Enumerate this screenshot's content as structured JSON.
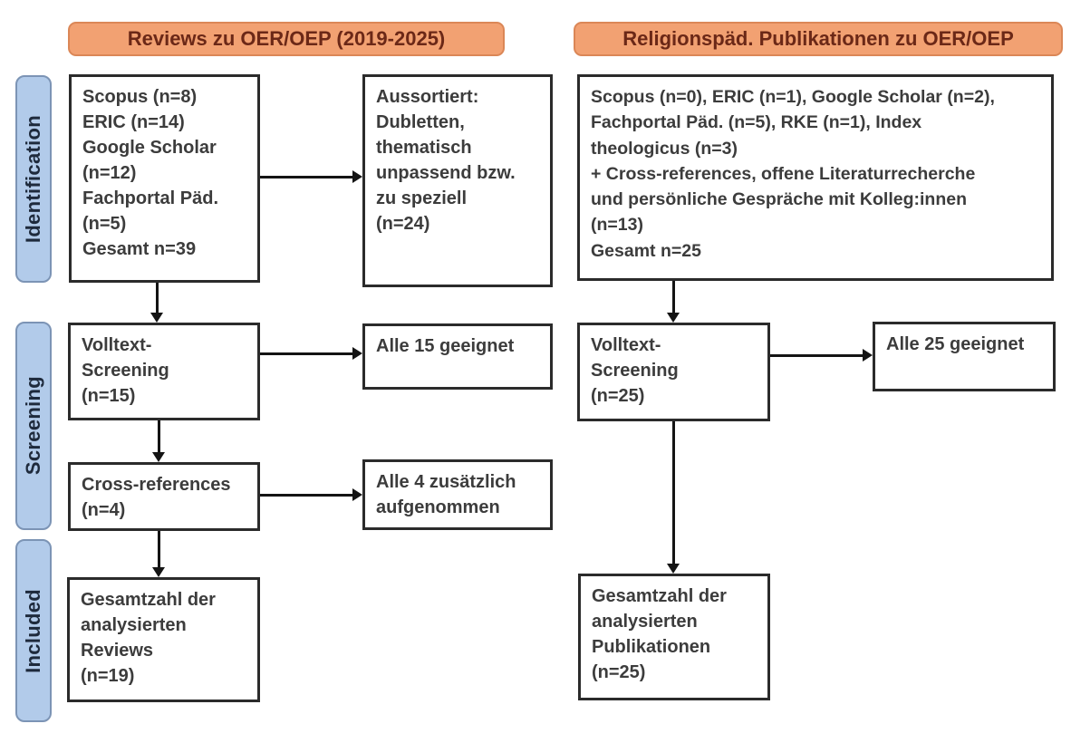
{
  "stages": {
    "identification": "Identification",
    "screening": "Screening",
    "included": "Included"
  },
  "columns": {
    "left": {
      "header": "Reviews zu OER/OEP (2019-2025)",
      "identification": "Scopus (n=8)\nERIC (n=14)\nGoogle Scholar\n(n=12)\nFachportal Päd.\n(n=5)\nGesamt n=39",
      "sorted_out": "Aussortiert:\nDubletten,\nthematisch\nunpassend bzw.\nzu speziell\n(n=24)",
      "fulltext_screening": "Volltext-\nScreening\n(n=15)",
      "fulltext_result": "Alle 15 geeignet",
      "cross_references": "Cross-references\n(n=4)",
      "cross_references_result": "Alle 4 zusätzlich\naufgenommen",
      "included_total": "Gesamtzahl der\nanalysierten\nReviews\n(n=19)"
    },
    "right": {
      "header": "Religionspäd. Publikationen zu OER/OEP",
      "identification": "Scopus (n=0), ERIC (n=1), Google Scholar (n=2),\nFachportal Päd. (n=5), RKE (n=1), Index\ntheologicus (n=3)\n+ Cross-references, offene Literaturrecherche\nund persönliche Gespräche mit Kolleg:innen\n(n=13)\nGesamt n=25",
      "fulltext_screening": "Volltext-\nScreening\n(n=25)",
      "fulltext_result": "Alle 25 geeignet",
      "included_total": "Gesamtzahl der\nanalysierten\nPublikationen\n(n=25)"
    }
  },
  "colors": {
    "header_fill": "#F2A172",
    "header_border": "#DB8757",
    "header_text": "#6B2817",
    "stage_fill": "#B2CBEA",
    "stage_border": "#7C94B5",
    "stage_text": "#1E2A3C",
    "box_border": "#2B2B2B",
    "box_text": "#3C3C3C",
    "arrow": "#141414",
    "background": "#FFFFFF"
  }
}
